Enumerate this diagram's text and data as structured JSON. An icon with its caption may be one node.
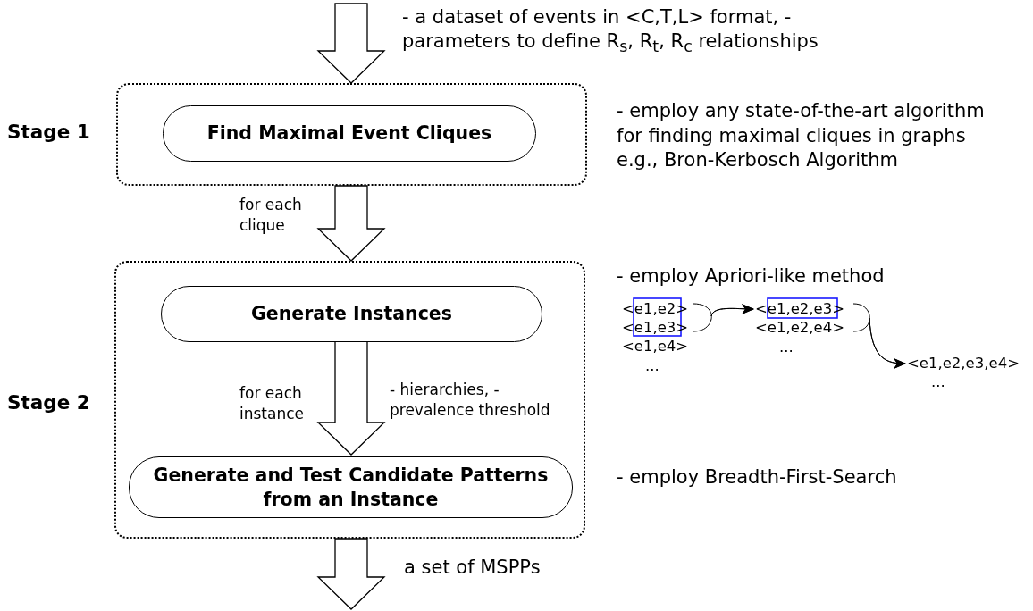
{
  "diagram": {
    "nodes": [
      {
        "text": [],
        "shape": "box"
      },
      {
        "text": [
          "Find Maximal Event Cliques"
        ],
        "in": 0
      },
      {
        "text": [],
        "shape": "box"
      },
      {
        "text": [
          "Generate Instances"
        ],
        "in": 2
      },
      {
        "text": [
          "Generate and Test Candidate Patterns from an Instance"
        ],
        "in": 2
      },
      {
        "text": [
          "<e1,e2>"
        ]
      },
      {
        "text": [
          "<e1,e3>"
        ]
      },
      {
        "text": [
          "<e1,e2,e3>"
        ]
      },
      {
        "text": [
          "<e1,e2,e4>"
        ]
      },
      {
        "text": [
          "<e1,e2,e3,e4>"
        ]
      }
    ],
    "edges": [
      {
        "from": null,
        "to": 0,
        "arrow": "to",
        "style": "thick",
        "label": "- a dataset of events in <C,T,L> format, - parameters to define R$_{s}$, R$_{t}$, R$_{c}$ relationships"
      },
      {
        "from": 0,
        "to": 2,
        "arrow": "to",
        "style": "thick",
        "label": "for each clique"
      },
      {
        "from": 3,
        "to": 4,
        "arrow": "to",
        "style": "thick",
        "label": "for each instance"
      },
      {
        "from": 2,
        "to": null,
        "arrow": "to",
        "style": "thick",
        "label": "a set of MSPPs"
      },
      {
        "from": 5,
        "to": 7,
        "arrow": "to"
      },
      {
        "from": 6,
        "to": 7,
        "arrow": "to"
      },
      {
        "from": 7,
        "to": 9,
        "arrow": "to"
      },
      {
        "from": 8,
        "to": 9,
        "arrow": "to"
      }
    ],
    "labels": [
      "Stage 1",
      "- employ any state-of-the-art algorithm for finding maximal cliques in graphs e.g., Bron-Kerbosch Algorithm",
      "- employ Apriori-like method",
      "<e1,e4>",
      "...",
      "...",
      "Stage 2",
      "- hierarchies, - prevalence threshold",
      "...",
      "- employ Breadth-First-Search"
    ]
  }
}
